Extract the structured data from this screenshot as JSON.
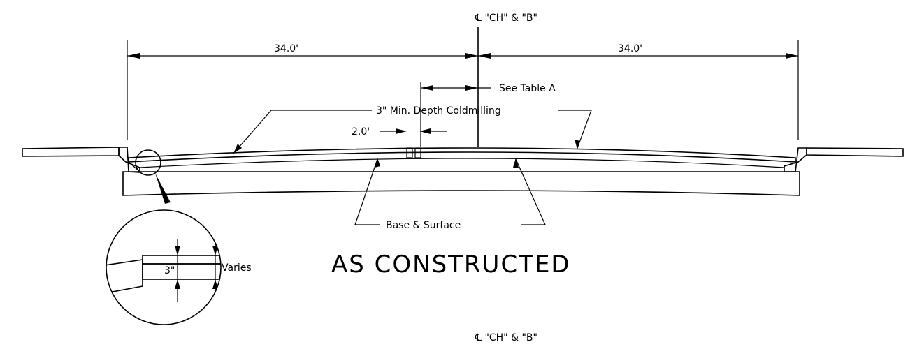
{
  "centerline_top": "℄ \"CH\" & \"B\"",
  "centerline_bottom": "℄ \"CH\" & \"B\"",
  "dim_left": "34.0'",
  "dim_right": "34.0'",
  "see_table": "See Table A",
  "coldmilling": "3\" Min. Depth Coldmilling",
  "joint_width": "2.0'",
  "base_surface": "Base & Surface",
  "title": "AS CONSTRUCTED",
  "detail": {
    "depth_label": "3\"",
    "varies_label": "Varies"
  },
  "colors": {
    "line": "#000000",
    "background": "#ffffff"
  }
}
